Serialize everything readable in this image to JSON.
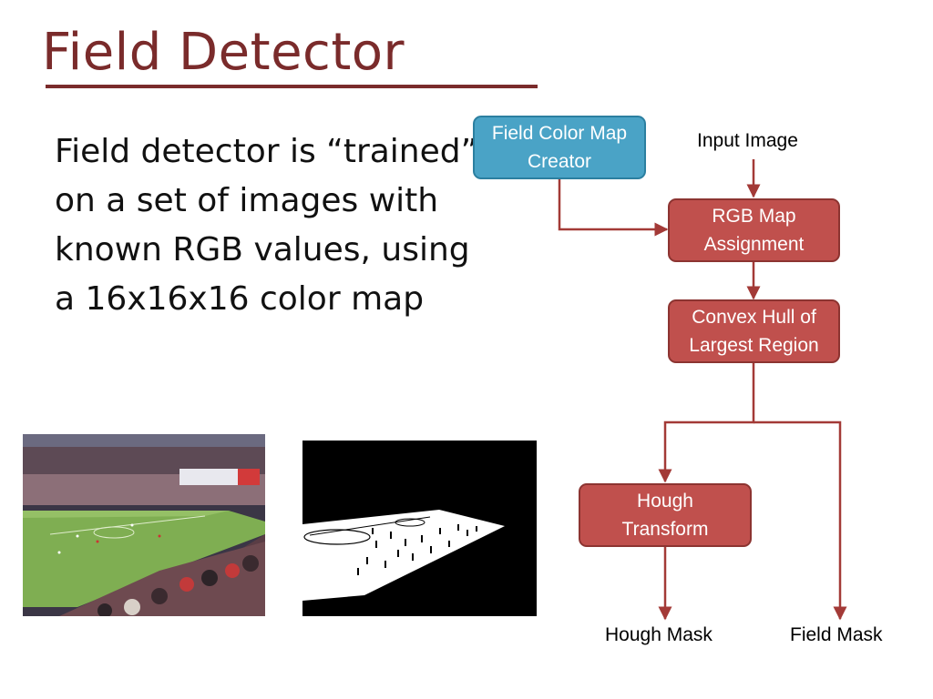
{
  "slide": {
    "title": "Field Detector",
    "body": "Field detector is “trained” on a set of images with known RGB values, using a 16x16x16 color map"
  },
  "diagram": {
    "nodes": {
      "field_color_map_creator": "Field Color Map Creator",
      "rgb_map_assignment": "RGB Map Assignment",
      "convex_hull": "Convex Hull of Largest Region",
      "hough_transform": "Hough Transform"
    },
    "labels": {
      "input_image": "Input Image",
      "hough_mask": "Hough Mask",
      "field_mask": "Field Mask"
    },
    "colors": {
      "process_node": "#c0504d",
      "source_node": "#4aa3c6",
      "arrow": "#a33a37",
      "title": "#7a2b2b"
    }
  }
}
